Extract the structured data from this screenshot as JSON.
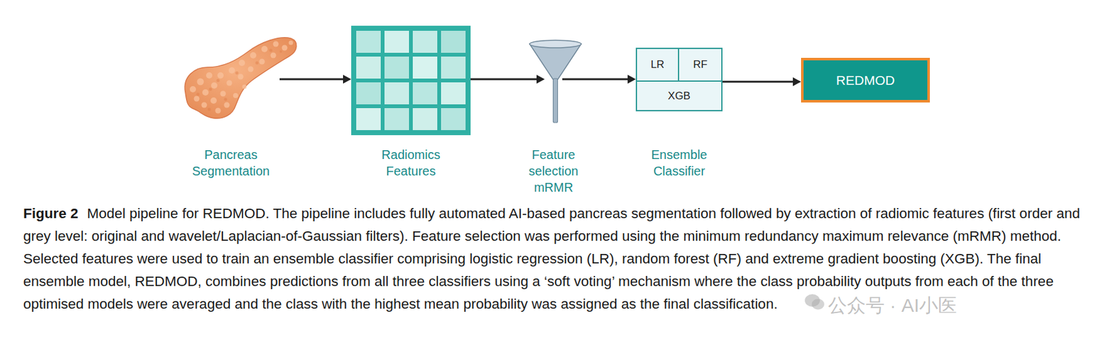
{
  "diagram": {
    "caption": "Model pipeline for REDMOD. The pipeline includes fully automated AI-based pancreas segmentation followed by extraction of radiomic features (first order and grey level: original and wavelet/Laplacian-of-Gaussian filters). Feature selection was performed using the minimum redundancy maximum relevance (mRMR) method. Selected features were used to train an ensemble classifier comprising logistic regression (LR), random forest (RF) and extreme gradient boosting (XGB). The final ensemble model, REDMOD, combines predictions from all three classifiers using a ‘soft voting’ mechanism where the class probability outputs from each of the three optimised models were averaged and the class with the highest mean probability was assigned as the final classification.",
    "nodes": [
      {
        "text": [
          "Pancreas Segmentation"
        ]
      },
      {
        "text": [
          "Radiomics Features"
        ]
      },
      {
        "text": [
          "Feature selection mRMR"
        ]
      },
      {
        "text": [
          "Ensemble Classifier"
        ]
      },
      {
        "text": [
          "LR"
        ],
        "in": 3
      },
      {
        "text": [
          "RF"
        ],
        "in": 3
      },
      {
        "text": [
          "XGB"
        ],
        "in": 3
      },
      {
        "text": [
          "REDMOD"
        ]
      }
    ],
    "edges": [
      {
        "from": 0,
        "to": 1,
        "arrow": "to"
      },
      {
        "from": 1,
        "to": 2,
        "arrow": "to"
      },
      {
        "from": 2,
        "to": 3,
        "arrow": "to"
      },
      {
        "from": 3,
        "to": 7,
        "arrow": "to"
      }
    ],
    "labels": [
      "Figure 2",
      "公众号 · AI小医"
    ]
  }
}
